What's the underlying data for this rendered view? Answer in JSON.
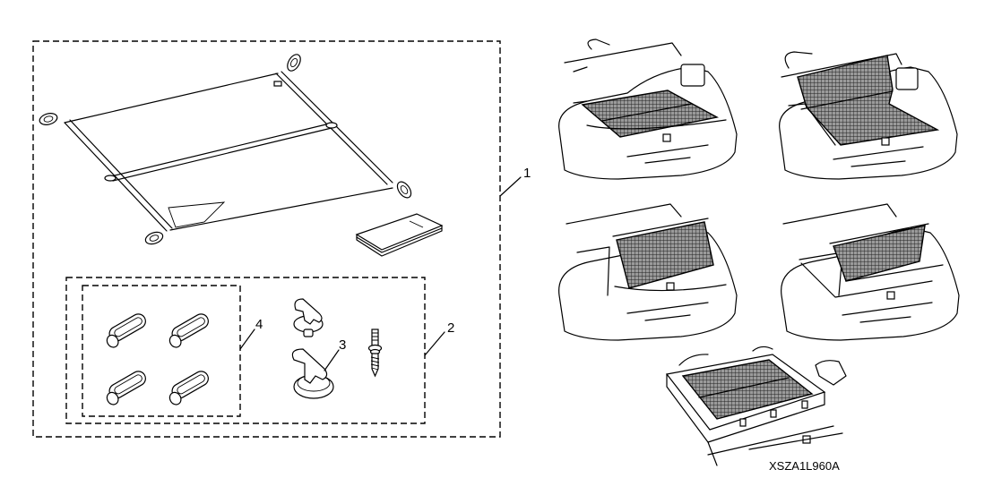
{
  "diagram": {
    "type": "parts-illustration",
    "subject": "cargo net kit",
    "callouts": [
      {
        "number": "1",
        "part": "cargo net kit (net and instruction booklet)"
      },
      {
        "number": "2",
        "part": "hardware bag (hooks and screw)"
      },
      {
        "number": "3",
        "part": "hook"
      },
      {
        "number": "4",
        "part": "clips (x4)"
      }
    ],
    "installation_views": [
      {
        "id": "view-1",
        "description": "net installed flat on cargo floor"
      },
      {
        "id": "view-2",
        "description": "net installed vertically behind seats and across floor"
      },
      {
        "id": "view-3",
        "description": "net installed vertical with seats folded"
      },
      {
        "id": "view-4",
        "description": "net installed vertical with liftgate floor extended"
      },
      {
        "id": "view-5",
        "description": "net installed flat on extended cargo floor"
      }
    ],
    "reference_code": "XSZA1L960A"
  },
  "colors": {
    "line": "#000000",
    "background": "#ffffff",
    "mesh": "#555555"
  }
}
